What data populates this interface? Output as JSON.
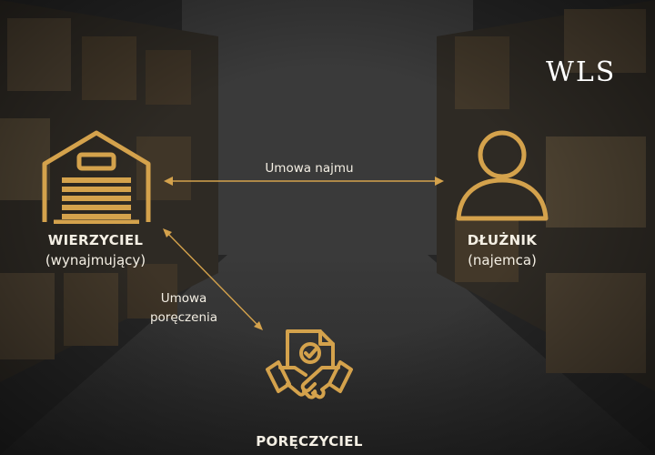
{
  "logo": {
    "text": "WLS"
  },
  "colors": {
    "accent": "#d4a24c",
    "text": "#f4efe4",
    "logo": "#ffffff"
  },
  "nodes": {
    "creditor": {
      "title": "WIERZYCIEL",
      "subtitle": "(wynajmujący)",
      "icon": "warehouse-icon"
    },
    "debtor": {
      "title": "DŁUŻNIK",
      "subtitle": "(najemca)",
      "icon": "person-icon"
    },
    "guarantor": {
      "title": "PORĘCZYCIEL",
      "icon": "handshake-document-icon"
    }
  },
  "edges": {
    "lease": {
      "label": "Umowa najmu"
    },
    "surety": {
      "label_line1": "Umowa",
      "label_line2": "poręczenia"
    }
  }
}
